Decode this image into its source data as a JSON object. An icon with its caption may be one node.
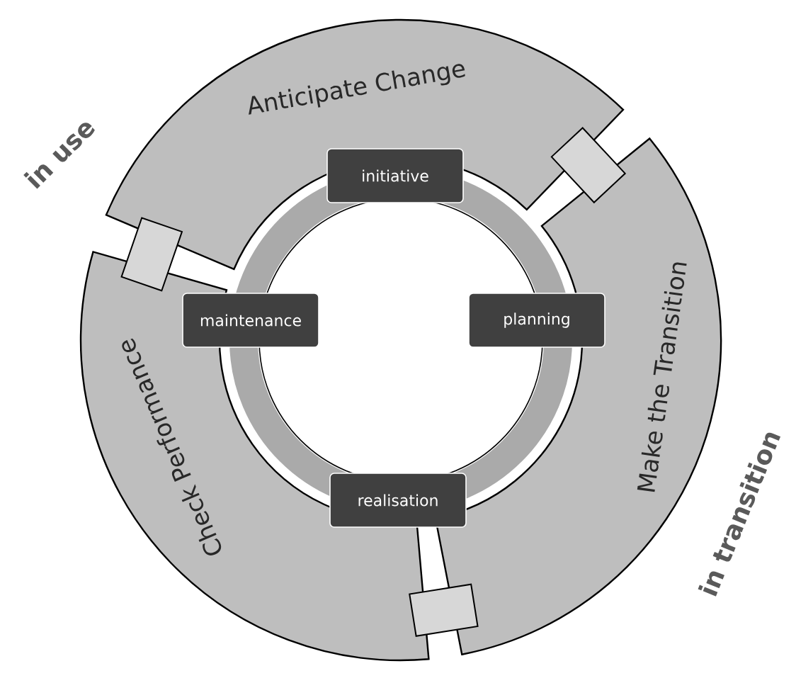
{
  "diagram": {
    "nodes": [
      {
        "text": [
          "Anticipate Change"
        ]
      },
      {
        "text": [
          "Make the Transition"
        ]
      },
      {
        "text": [
          "Check Performance"
        ]
      },
      {
        "text": [
          "initiative"
        ]
      },
      {
        "text": [
          "maintenance"
        ]
      },
      {
        "text": [
          "planning"
        ]
      },
      {
        "text": [
          "realisation"
        ]
      }
    ],
    "labels": [
      "in use",
      "in transition"
    ]
  }
}
